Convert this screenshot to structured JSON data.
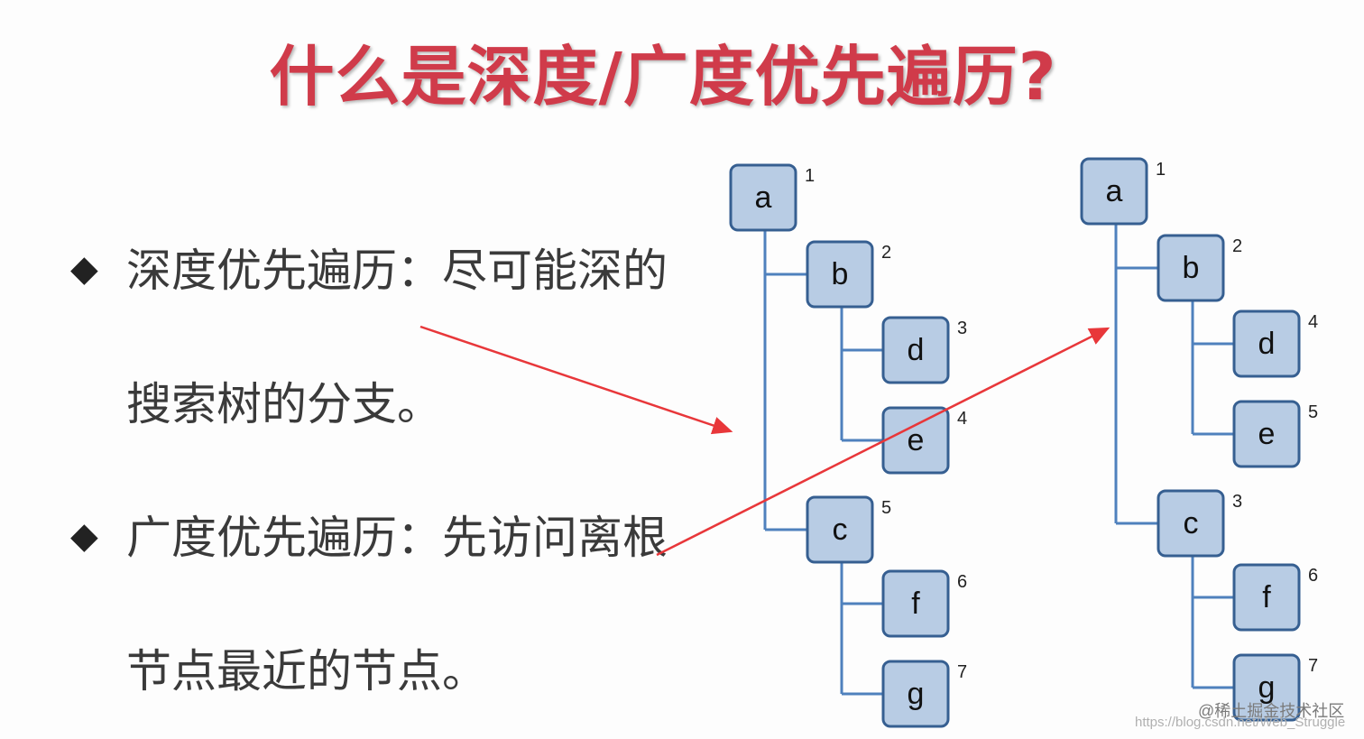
{
  "title": "什么是深度/广度优先遍历?",
  "bullets": [
    {
      "mark": "◆",
      "label": "深度优先遍历：",
      "line1_rest": "尽可能深的",
      "line2": "搜索树的分支。"
    },
    {
      "mark": "◆",
      "label": "广度优先遍历：",
      "line1_rest": "先访问离根",
      "line2": "节点最近的节点。"
    }
  ],
  "trees": [
    {
      "traversal": "depth-first",
      "nodes": [
        {
          "id": "a",
          "order": "1"
        },
        {
          "id": "b",
          "order": "2"
        },
        {
          "id": "d",
          "order": "3"
        },
        {
          "id": "e",
          "order": "4"
        },
        {
          "id": "c",
          "order": "5"
        },
        {
          "id": "f",
          "order": "6"
        },
        {
          "id": "g",
          "order": "7"
        }
      ]
    },
    {
      "traversal": "breadth-first",
      "nodes": [
        {
          "id": "a",
          "order": "1"
        },
        {
          "id": "b",
          "order": "2"
        },
        {
          "id": "d",
          "order": "4"
        },
        {
          "id": "e",
          "order": "5"
        },
        {
          "id": "c",
          "order": "3"
        },
        {
          "id": "f",
          "order": "6"
        },
        {
          "id": "g",
          "order": "7"
        }
      ]
    }
  ],
  "colors": {
    "title": "#d03b4a",
    "node_fill": "#b8cce4",
    "node_stroke": "#365f91",
    "edge": "#4f81bd",
    "arrow": "#e8373a"
  },
  "watermark": {
    "brand": "@稀土掘金技术社区",
    "url": "https://blog.csdn.net/Web_Struggle"
  }
}
